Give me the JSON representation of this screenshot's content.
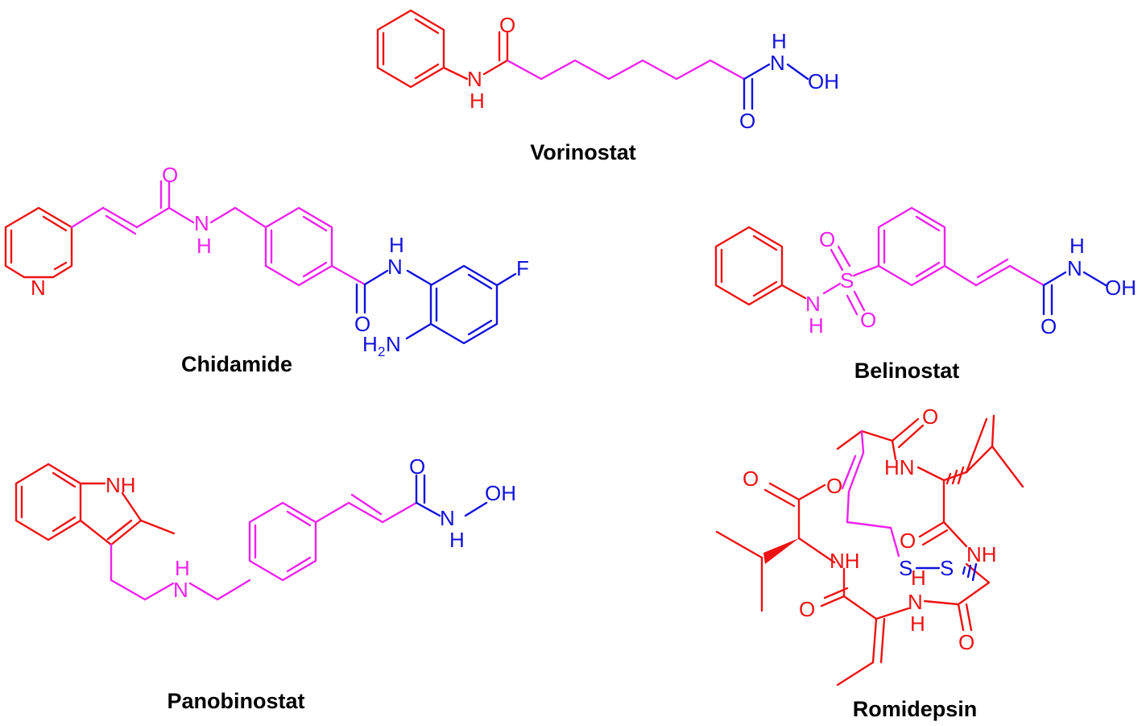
{
  "colors": {
    "cap_group": "#ee1111",
    "linker": "#ee22ee",
    "zinc_binding": "#1111dd",
    "caption": "#000000"
  },
  "compounds": {
    "vorinostat": {
      "name": "Vorinostat",
      "atoms": {
        "o1": "O",
        "n1": "N",
        "h1": "H",
        "n2": "N",
        "h2": "H",
        "oh": "OH",
        "o2": "O"
      }
    },
    "chidamide": {
      "name": "Chidamide",
      "atoms": {
        "o1": "O",
        "n1": "N",
        "h1": "H",
        "pyn": "N",
        "n2": "N",
        "h2": "H",
        "o2": "O",
        "f": "F",
        "nh2_h": "H",
        "nh2_2": "2",
        "nh2_n": "N"
      }
    },
    "belinostat": {
      "name": "Belinostat",
      "atoms": {
        "o1": "O",
        "s": "S",
        "o2": "O",
        "n1": "N",
        "h1": "H",
        "n2": "N",
        "h2": "H",
        "oh": "OH",
        "o3": "O"
      }
    },
    "panobinostat": {
      "name": "Panobinostat",
      "atoms": {
        "nh1": "NH",
        "h_amine": "H",
        "n_amine": "N",
        "o": "O",
        "n2": "N",
        "h2": "H",
        "oh": "OH"
      }
    },
    "romidepsin": {
      "name": "Romidepsin",
      "atoms": {
        "o_top": "O",
        "hn": "HN",
        "o_left": "O",
        "o_ester": "O",
        "o_mid": "O",
        "nh_right": "NH",
        "nh_left": "NH",
        "s1": "S",
        "s2": "S",
        "h_s": "H",
        "o_bottom_left": "O",
        "n_bottom": "N",
        "h_bottom": "H",
        "o_bottom_right": "O"
      }
    }
  }
}
